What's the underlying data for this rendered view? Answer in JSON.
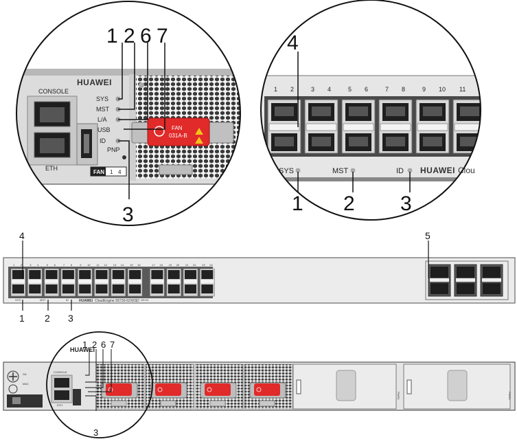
{
  "brand": "HUAWEI",
  "zoom_rear": {
    "console": "CONSOLE",
    "eth": "ETH",
    "fan_box": "FAN",
    "fan_num": "1",
    "fan_num2": "4",
    "indicators": [
      "SYS",
      "MST",
      "L/A",
      "USB",
      "ID",
      "PNP"
    ],
    "fan_label_line1": "FAN",
    "fan_label_line2": "031A-B",
    "callouts_top": [
      "1",
      "2",
      "6",
      "7"
    ],
    "callout_bottom": "3"
  },
  "zoom_front": {
    "port_numbers": [
      "1",
      "2",
      "3",
      "4",
      "5",
      "6",
      "7",
      "8",
      "9",
      "10",
      "11"
    ],
    "indicators": [
      "SYS",
      "MST",
      "ID"
    ],
    "brand_suffix": "Clou",
    "callout_top": "4",
    "callouts_bottom": [
      "1",
      "2",
      "3"
    ]
  },
  "front_panel": {
    "callout_ports": "4",
    "callout_uplink": "5",
    "callouts_bottom": [
      "1",
      "2",
      "3"
    ],
    "model": "CloudEngine S5730-52X6SD",
    "port_labels": [
      "1",
      "2",
      "3",
      "4",
      "5",
      "6",
      "7",
      "8",
      "9",
      "10",
      "11",
      "12",
      "13",
      "14",
      "15",
      "16",
      "17",
      "18",
      "19",
      "20",
      "21",
      "22",
      "23",
      "24"
    ],
    "sys": "SYS",
    "mst": "MST",
    "id": "ID",
    "speed": "GE/10"
  },
  "rear_panel": {
    "sn": "SN",
    "mac": "MAC",
    "eth": "ETH",
    "console": "CONSOLE",
    "brand": "HUAWEI",
    "callouts_top": [
      "1",
      "2",
      "6",
      "7"
    ],
    "callout_bottom": "3",
    "psu1": "PWR1",
    "psu2": "PWR2"
  }
}
